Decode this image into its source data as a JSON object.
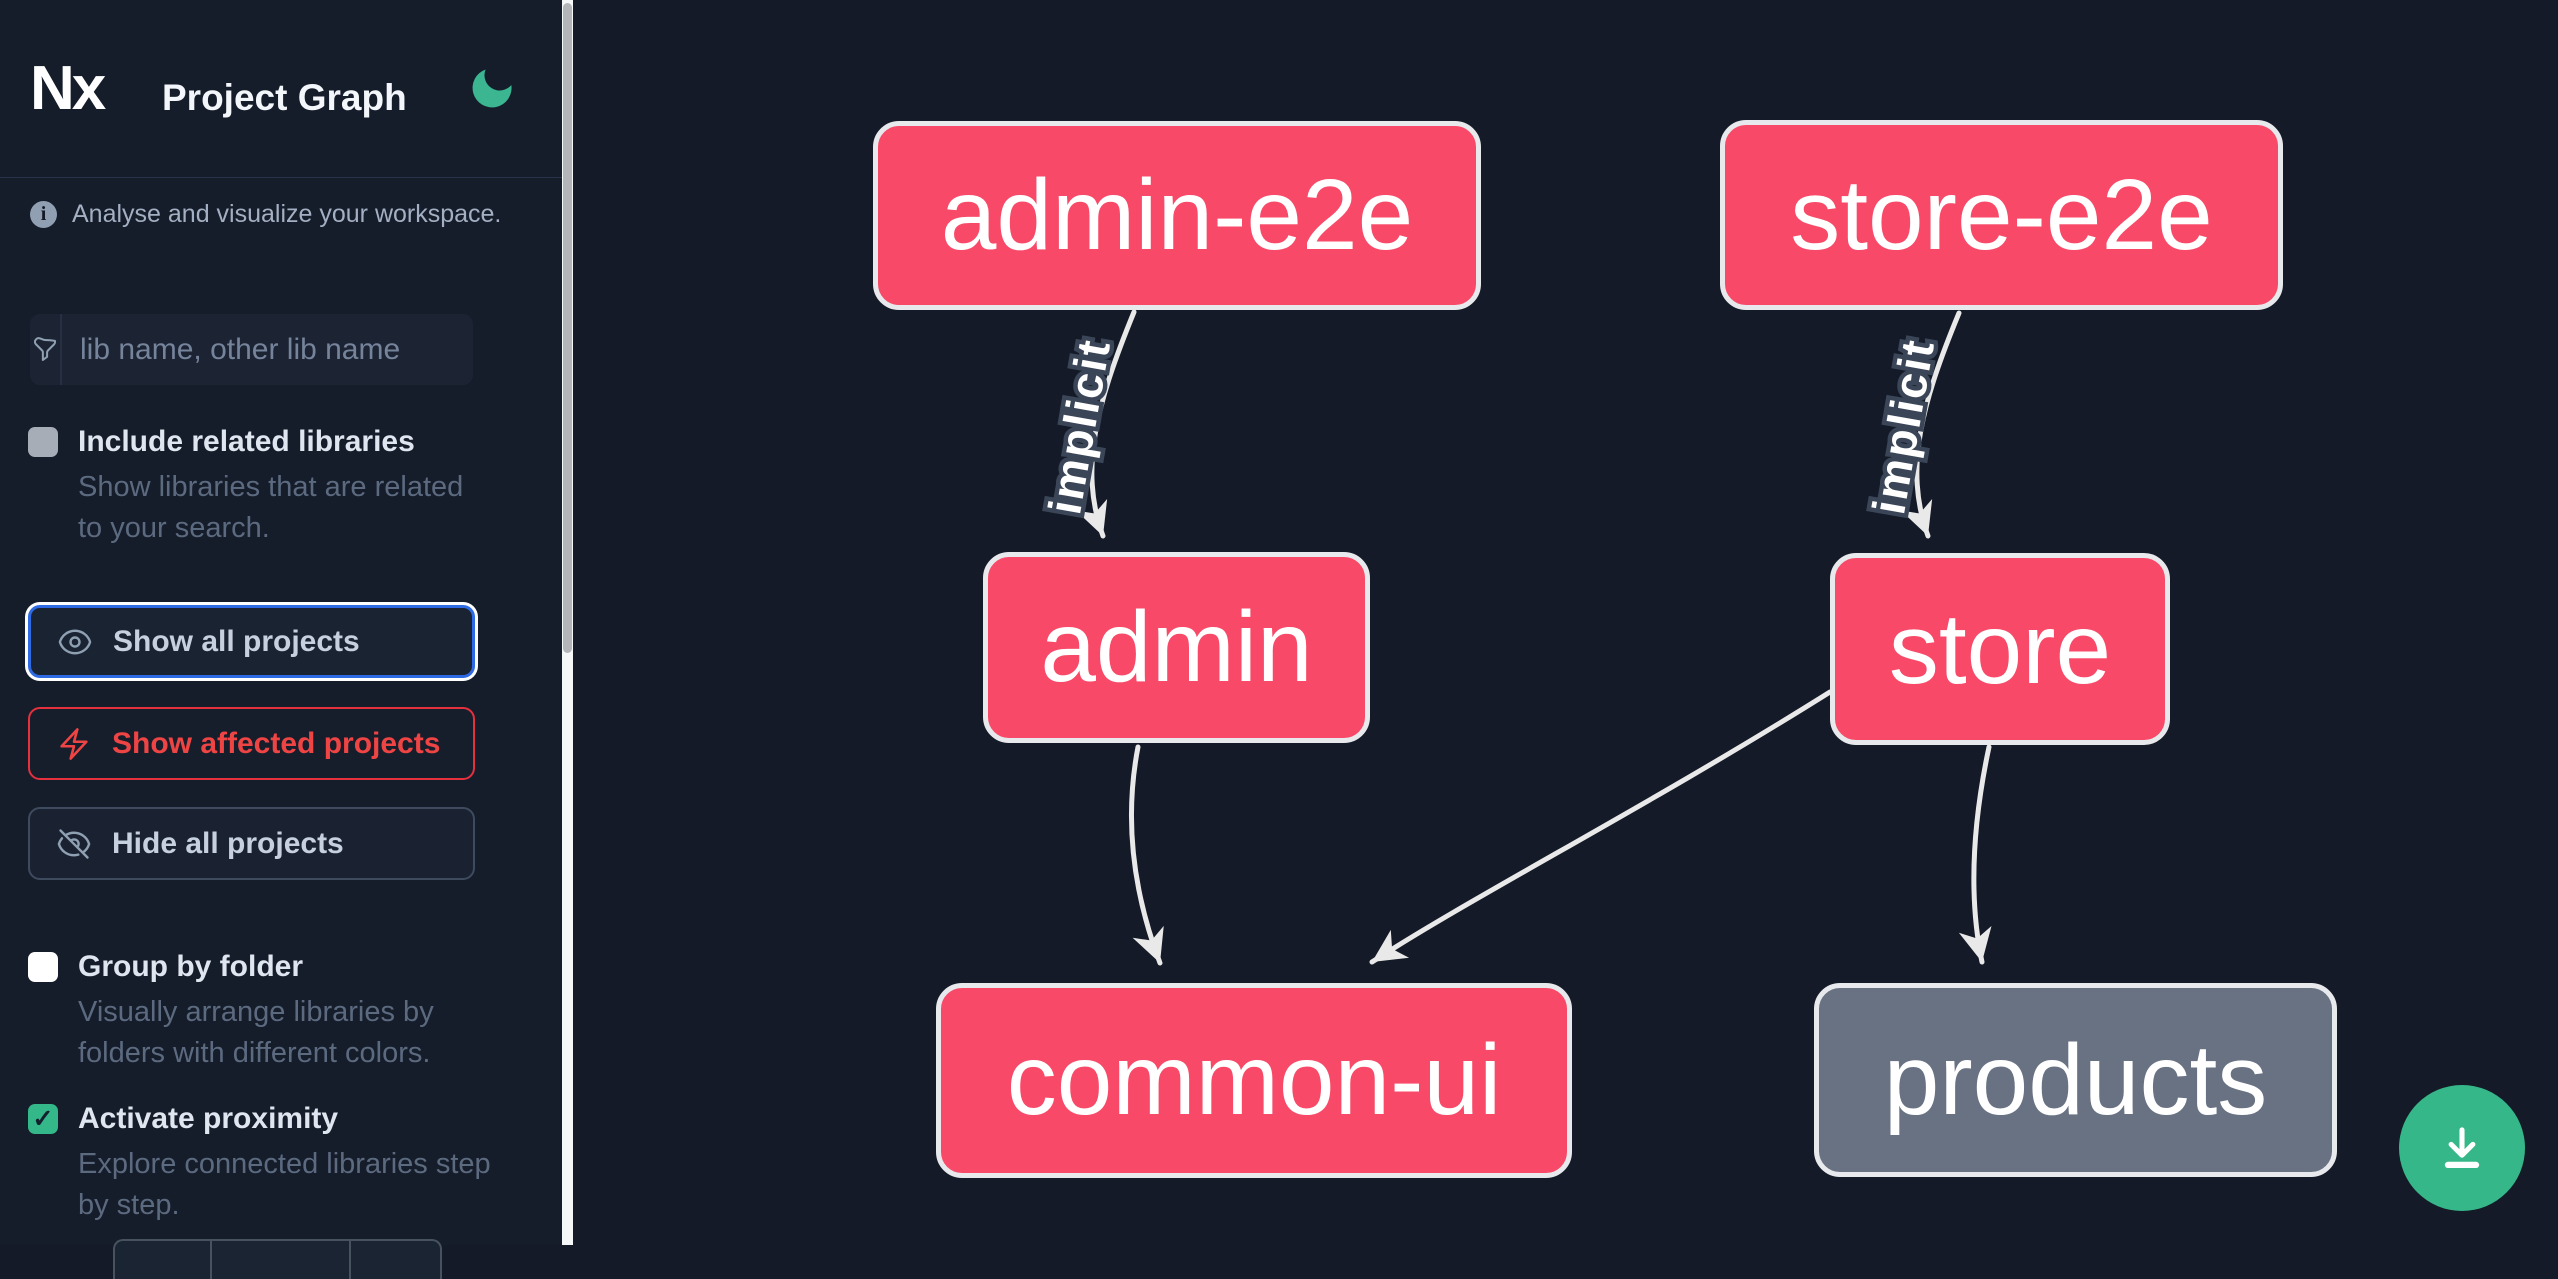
{
  "header": {
    "logo_text": "Nx",
    "title": "Project Graph"
  },
  "sidebar": {
    "tagline": "Analyse and visualize your workspace.",
    "search": {
      "placeholder": "lib name, other lib name"
    },
    "toggles": [
      {
        "label": "Include related libraries",
        "description": "Show libraries that are related to your search.",
        "checked": false
      },
      {
        "label": "Group by folder",
        "description": "Visually arrange libraries by folders with different colors.",
        "checked": false
      },
      {
        "label": "Activate proximity",
        "description": "Explore connected libraries step by step.",
        "checked": true,
        "check_glyph": "✓"
      }
    ],
    "buttons": [
      {
        "label": "Show all projects",
        "state": "focused"
      },
      {
        "label": "Show affected projects",
        "state": "affected"
      },
      {
        "label": "Hide all projects",
        "state": "default"
      }
    ]
  },
  "graph": {
    "nodes": [
      {
        "id": "admin-e2e",
        "label": "admin-e2e",
        "color": "pink"
      },
      {
        "id": "store-e2e",
        "label": "store-e2e",
        "color": "pink"
      },
      {
        "id": "admin",
        "label": "admin",
        "color": "pink"
      },
      {
        "id": "store",
        "label": "store",
        "color": "pink"
      },
      {
        "id": "common-ui",
        "label": "common-ui",
        "color": "pink"
      },
      {
        "id": "products",
        "label": "products",
        "color": "gray"
      }
    ],
    "edges": [
      {
        "from": "admin-e2e",
        "to": "admin",
        "label": "implicit"
      },
      {
        "from": "store-e2e",
        "to": "store",
        "label": "implicit"
      },
      {
        "from": "admin",
        "to": "common-ui",
        "label": ""
      },
      {
        "from": "store",
        "to": "common-ui",
        "label": ""
      },
      {
        "from": "store",
        "to": "products",
        "label": ""
      }
    ]
  },
  "colors": {
    "accent_green": "#35b789",
    "node_pink": "#f84a68",
    "node_gray": "#687282",
    "focus_blue": "#2d6ae3",
    "alert_red": "#ef4444",
    "edge_gray": "#e9e9e9",
    "background": "#141a27"
  }
}
